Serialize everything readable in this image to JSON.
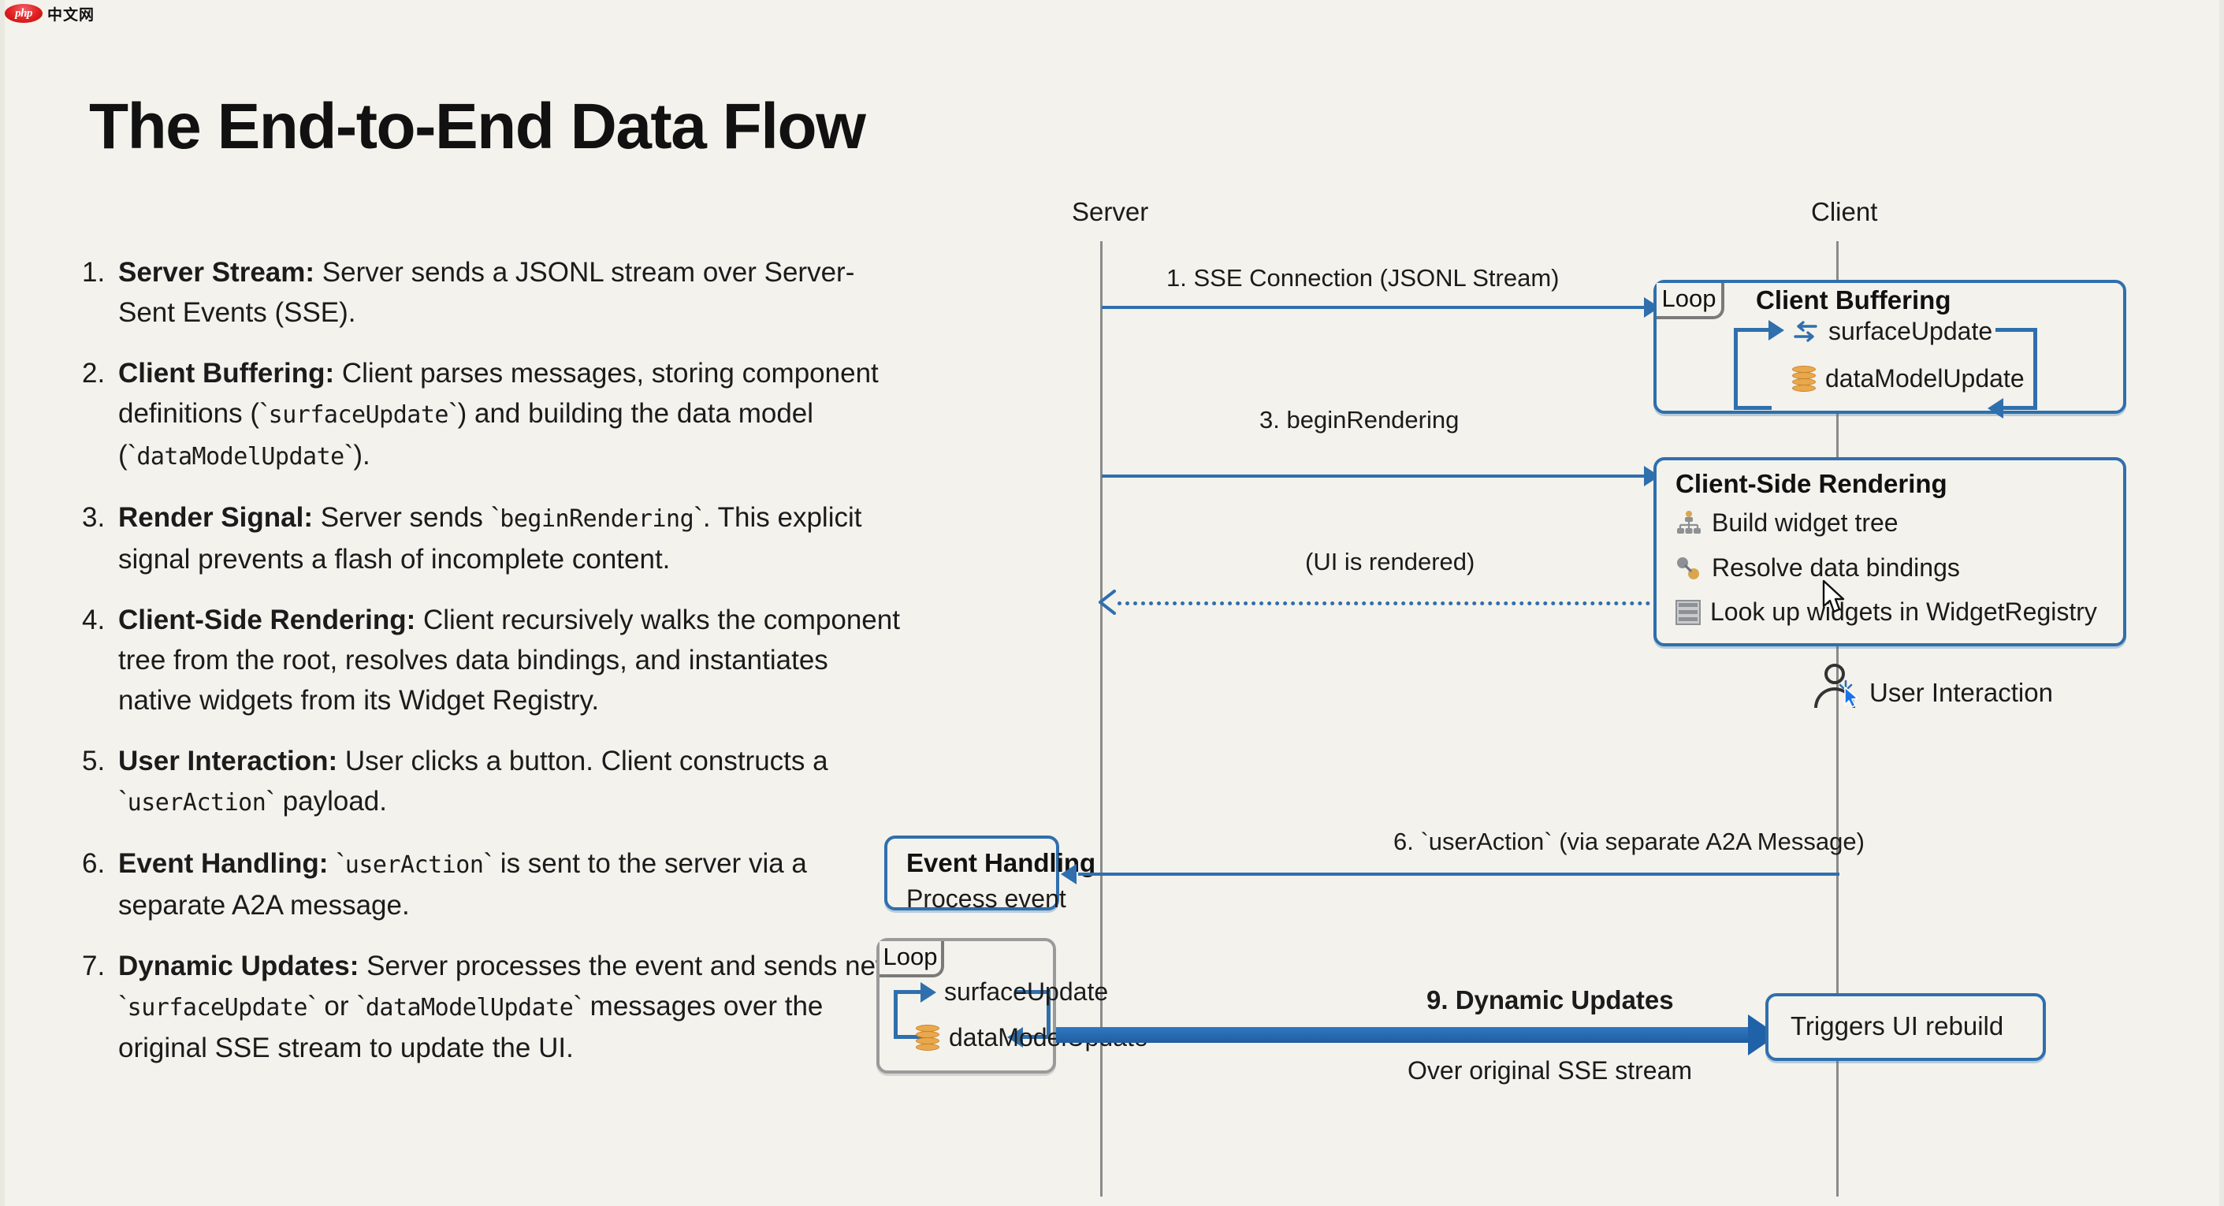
{
  "watermark": {
    "brand": "php",
    "suffix": "中文网"
  },
  "page": {
    "title": "The End-to-End Data Flow",
    "bg_color": "#f3f2ec",
    "accent_blue": "#2f6fad",
    "accent_orange": "#e9a84c"
  },
  "steps": [
    {
      "num": "1.",
      "bold": "Server Stream:",
      "text": " Server sends a JSONL stream over Server-Sent Events (SSE)."
    },
    {
      "num": "2.",
      "bold": "Client Buffering:",
      "text": " Client parses messages, storing component definitions (`surfaceUpdate`) and building the data model (`dataModelUpdate`)."
    },
    {
      "num": "3.",
      "bold": "Render Signal:",
      "text": " Server sends `beginRendering`. This explicit signal prevents a flash of incomplete content."
    },
    {
      "num": "4.",
      "bold": "Client-Side Rendering:",
      "text": " Client recursively walks the component tree from the root, resolves data bindings, and instantiates native widgets from its Widget Registry."
    },
    {
      "num": "5.",
      "bold": "User Interaction:",
      "text": " User clicks a button. Client constructs a `userAction` payload."
    },
    {
      "num": "6.",
      "bold": "Event Handling:",
      "text": " `userAction` is sent to the server via a separate A2A message."
    },
    {
      "num": "7.",
      "bold": "Dynamic Updates:",
      "text": " Server processes the event and sends new `surfaceUpdate` or `dataModelUpdate` messages over the original SSE stream to update the UI."
    }
  ],
  "diagram": {
    "lifelines": [
      {
        "label": "Server"
      },
      {
        "label": "Client"
      }
    ],
    "messages": [
      {
        "label": "1. SSE Connection (JSONL Stream)",
        "direction": "right",
        "style": "solid"
      },
      {
        "label": "3. beginRendering",
        "direction": "right",
        "style": "solid"
      },
      {
        "label": "(UI is rendered)",
        "direction": "left",
        "style": "dotted"
      },
      {
        "label": "6. `userAction` (via separate A2A Message)",
        "direction": "left",
        "style": "solid"
      }
    ],
    "client_buffering": {
      "loop_label": "Loop",
      "title": "Client Buffering",
      "items": [
        {
          "icon": "exchange-icon",
          "label": "surfaceUpdate"
        },
        {
          "icon": "database-icon",
          "label": "dataModelUpdate"
        }
      ]
    },
    "client_rendering": {
      "title": "Client-Side Rendering",
      "items": [
        {
          "icon": "org-tree-icon",
          "label": "Build widget tree"
        },
        {
          "icon": "data-binding-icon",
          "label": "Resolve data bindings"
        },
        {
          "icon": "registry-table-icon",
          "label": "Look up widgets in WidgetRegistry"
        }
      ]
    },
    "user_interaction": {
      "label": "User Interaction",
      "icon": "user-click-icon"
    },
    "event_handling": {
      "title": "Event Handling",
      "subtitle": "Process event"
    },
    "server_loop": {
      "loop_label": "Loop",
      "items": [
        {
          "icon": "plain-icon",
          "label": "surfaceUpdate"
        },
        {
          "icon": "database-icon",
          "label": "dataModelUpdate"
        }
      ]
    },
    "dynamic_updates": {
      "title": "9. Dynamic Updates",
      "subtitle": "Over original SSE stream",
      "target": "Triggers UI rebuild"
    }
  }
}
